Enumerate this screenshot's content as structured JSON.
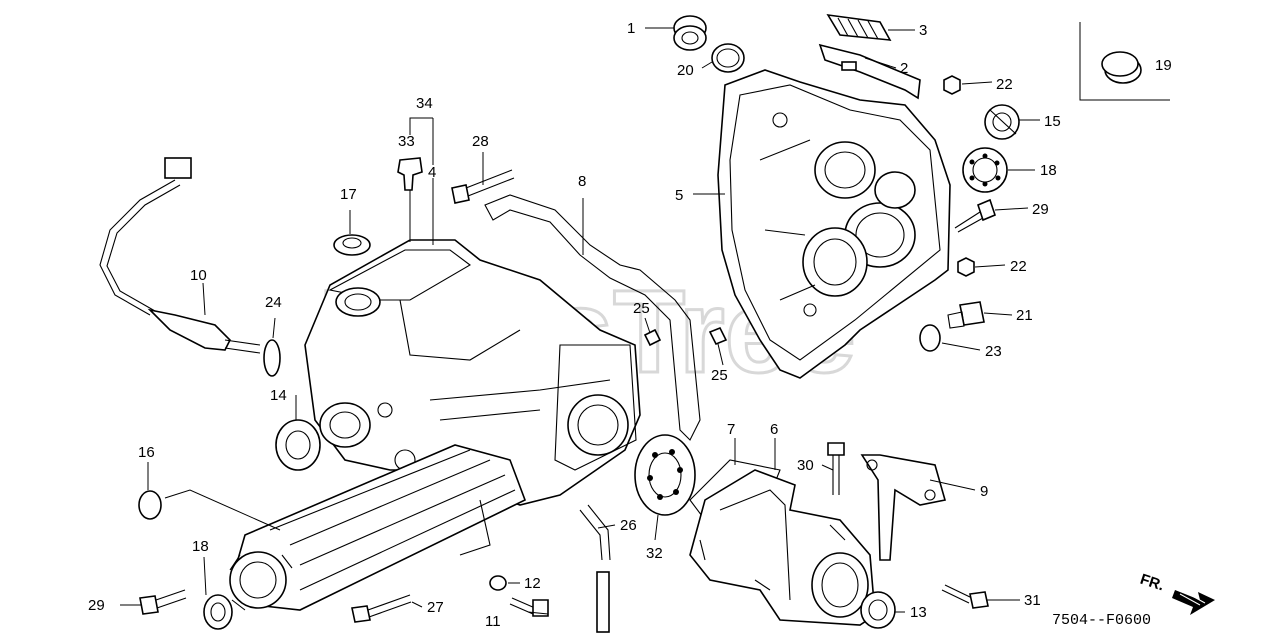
{
  "watermark": "PartsTree",
  "figure_code": "7504--F0600",
  "direction_label": "FR.",
  "callouts": [
    "1",
    "2",
    "3",
    "4",
    "5",
    "6",
    "7",
    "8",
    "9",
    "10",
    "11",
    "12",
    "13",
    "14",
    "15",
    "16",
    "17",
    "18",
    "18",
    "19",
    "20",
    "21",
    "22",
    "22",
    "23",
    "24",
    "25",
    "25",
    "26",
    "27",
    "28",
    "29",
    "29",
    "30",
    "31",
    "32",
    "33",
    "34"
  ]
}
